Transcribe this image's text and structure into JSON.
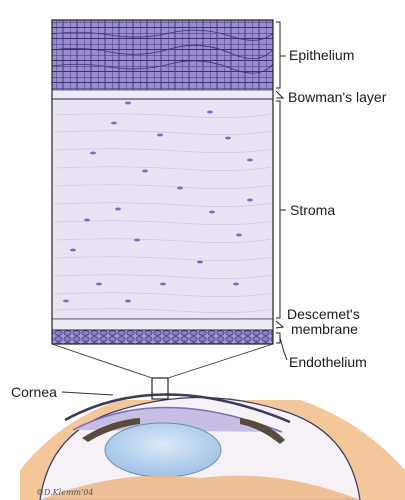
{
  "labels": {
    "epithelium": "Epithelium",
    "bowmans_layer": "Bowman's layer",
    "stroma": "Stroma",
    "descemets_line1": "Descemet's",
    "descemets_line2": "membrane",
    "endothelium": "Endothelium",
    "cornea": "Cornea"
  },
  "signature": "©D.Klemm'04",
  "colors": {
    "epithelium": "#8b7cc4",
    "stroma": "#e7e1f3",
    "endothelium": "#8d80c2",
    "eye_outline": "#3a3a5a",
    "skin": "#f4c99c",
    "lens": "#b8d4ee"
  }
}
